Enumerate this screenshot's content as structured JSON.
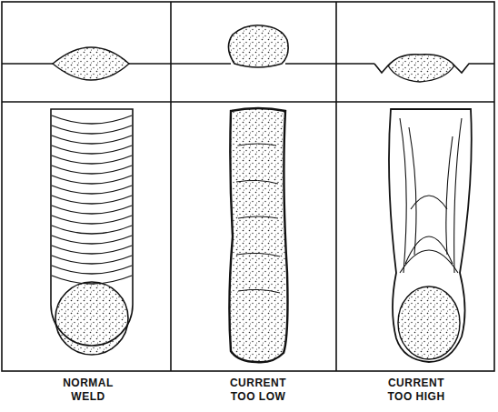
{
  "diagram": {
    "labels": [
      "NORMAL WELD",
      "CURRENT TOO LOW",
      "CURRENT TOO HIGH"
    ]
  }
}
